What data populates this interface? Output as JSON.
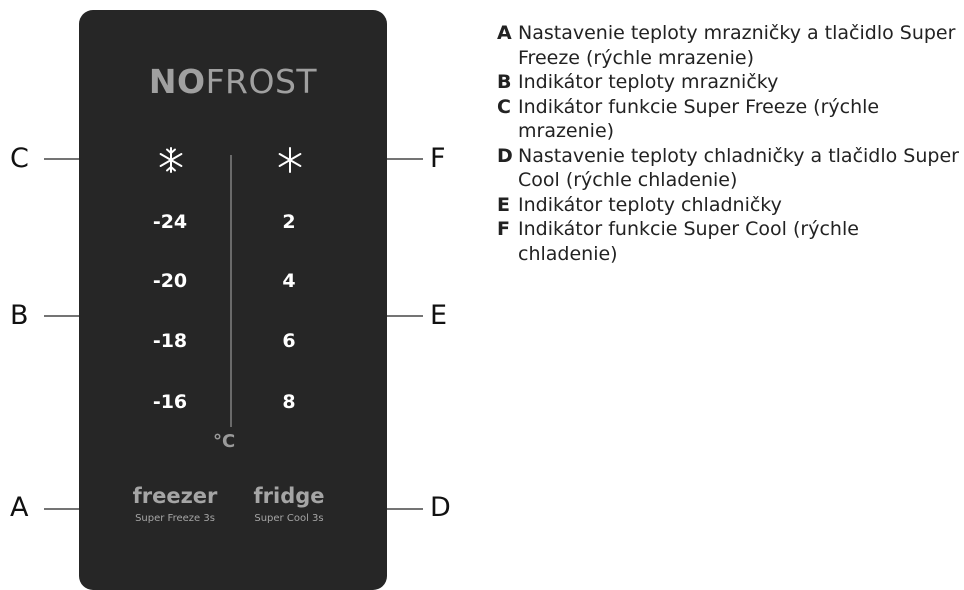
{
  "panel": {
    "brand_bold": "NO",
    "brand_rest": "FROST",
    "unit": "°C",
    "freezer_temps": [
      "-24",
      "-20",
      "-18",
      "-16"
    ],
    "fridge_temps": [
      "2",
      "4",
      "6",
      "8"
    ],
    "freezer_button": {
      "title": "freezer",
      "subtitle": "Super Freeze 3s"
    },
    "fridge_button": {
      "title": "fridge",
      "subtitle": "Super Cool 3s"
    }
  },
  "callouts": {
    "A": "A",
    "B": "B",
    "C": "C",
    "D": "D",
    "E": "E",
    "F": "F"
  },
  "legend": [
    {
      "key": "A",
      "text": "Nastavenie teploty mrazničky a tlačidlo Super Freeze (rýchle mrazenie)"
    },
    {
      "key": "B",
      "text": "Indikátor teploty mrazničky"
    },
    {
      "key": "C",
      "text": "Indikátor funkcie Super Freeze (rýchle mrazenie)"
    },
    {
      "key": "D",
      "text": "Nastavenie teploty chladničky a tlačidlo Super Cool (rýchle chladenie)"
    },
    {
      "key": "E",
      "text": "Indikátor teploty chladničky"
    },
    {
      "key": "F",
      "text": "Indikátor funkcie Super Cool (rýchle chladenie)"
    }
  ],
  "colors": {
    "panel_bg": "#262626",
    "panel_text": "#ffffff",
    "panel_muted": "#a5a5a5"
  },
  "icons": {
    "super_freeze": "snowflake-icon",
    "super_cool": "asterisk-icon"
  }
}
